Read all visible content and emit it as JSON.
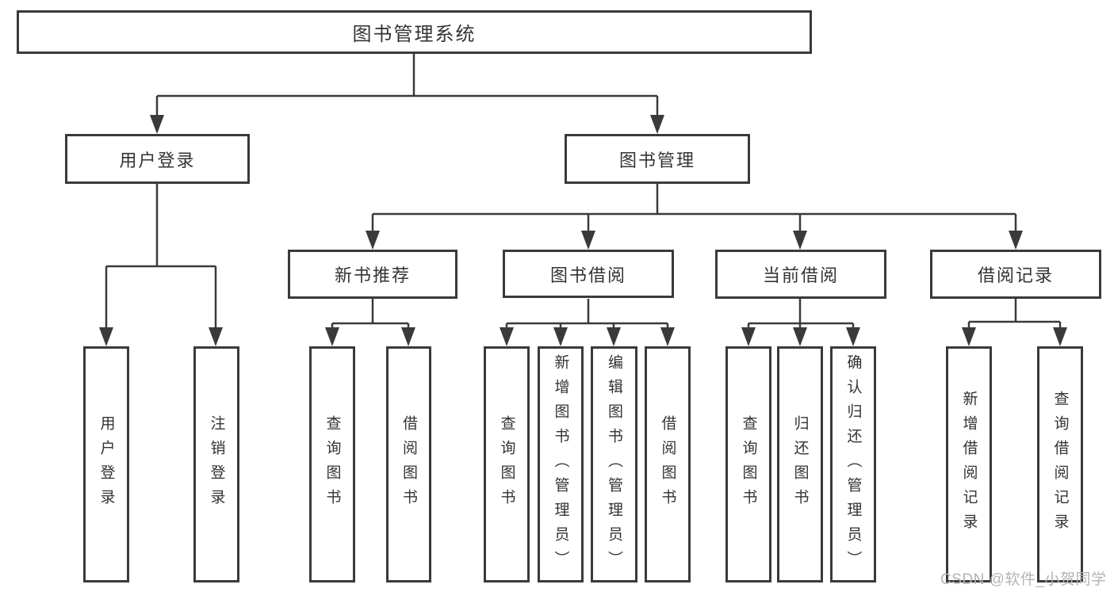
{
  "colors": {
    "line": "#3a3a3a",
    "box_border": "#3a3a3a",
    "text": "#333333",
    "watermark_text": "#b3b3b3",
    "background": "#ffffff"
  },
  "tree": {
    "root": {
      "label": "图书管理系统"
    },
    "branches": [
      {
        "label": "用户登录",
        "children": [
          {
            "label": "用户登录"
          },
          {
            "label": "注销登录"
          }
        ]
      },
      {
        "label": "图书管理",
        "children": [
          {
            "label": "新书推荐",
            "children": [
              {
                "label": "查询图书"
              },
              {
                "label": "借阅图书"
              }
            ]
          },
          {
            "label": "图书借阅",
            "children": [
              {
                "label": "查询图书"
              },
              {
                "label": "新增图书（管理员）"
              },
              {
                "label": "编辑图书（管理员）"
              },
              {
                "label": "借阅图书"
              }
            ]
          },
          {
            "label": "当前借阅",
            "children": [
              {
                "label": "查询图书"
              },
              {
                "label": "归还图书"
              },
              {
                "label": "确认归还（管理员）"
              }
            ]
          },
          {
            "label": "借阅记录",
            "children": [
              {
                "label": "新增借阅记录"
              },
              {
                "label": "查询借阅记录"
              }
            ]
          }
        ]
      }
    ]
  },
  "watermark": {
    "text": "CSDN @软件_小贺同学"
  }
}
